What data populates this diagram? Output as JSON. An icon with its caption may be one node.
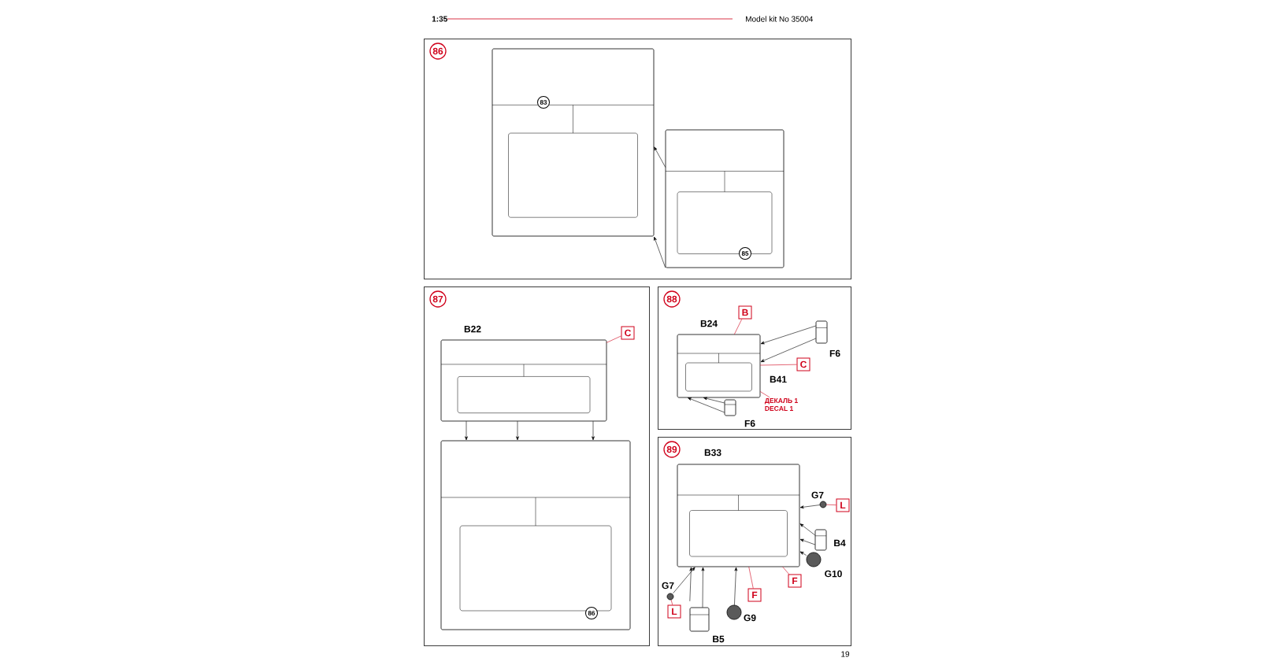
{
  "diagram": {
    "nodes": [
      {
        "text": [
          "86"
        ]
      },
      {
        "text": [
          "87"
        ]
      },
      {
        "text": [
          "88"
        ]
      },
      {
        "text": [
          "89"
        ]
      },
      {
        "text": [],
        "shape": "picture",
        "in": 0
      },
      {
        "text": [],
        "shape": "picture",
        "in": 0
      },
      {
        "text": [],
        "shape": "picture",
        "in": 1,
        "beside": [
          "B22"
        ]
      },
      {
        "text": [],
        "shape": "picture",
        "in": 1
      },
      {
        "text": [
          "C"
        ],
        "in": 1
      },
      {
        "text": [],
        "shape": "picture",
        "in": 2,
        "beside": [
          "B24",
          "B41"
        ]
      },
      {
        "text": [],
        "shape": "picture",
        "in": 2,
        "beside": [
          "F6"
        ]
      },
      {
        "text": [],
        "shape": "picture",
        "in": 2,
        "beside": [
          "F6"
        ]
      },
      {
        "text": [
          "B"
        ],
        "in": 2
      },
      {
        "text": [
          "C"
        ],
        "in": 2
      },
      {
        "text": [
          "ДЕКАЛЬ 1",
          "DECAL 1"
        ],
        "in": 2
      },
      {
        "text": [],
        "shape": "picture",
        "in": 3,
        "beside": [
          "B33"
        ]
      },
      {
        "text": [],
        "shape": "circle",
        "in": 3,
        "beside": [
          "G7"
        ]
      },
      {
        "text": [],
        "shape": "picture",
        "in": 3,
        "beside": [
          "B4"
        ]
      },
      {
        "text": [],
        "shape": "circle",
        "in": 3,
        "beside": [
          "G10"
        ]
      },
      {
        "text": [],
        "shape": "circle",
        "in": 3,
        "beside": [
          "G7"
        ]
      },
      {
        "text": [],
        "shape": "picture",
        "in": 3,
        "beside": [
          "B5"
        ]
      },
      {
        "text": [],
        "shape": "circle",
        "in": 3,
        "beside": [
          "G9"
        ]
      },
      {
        "text": [
          "L"
        ],
        "in": 3
      },
      {
        "text": [
          "F"
        ],
        "in": 3
      },
      {
        "text": [
          "F"
        ],
        "in": 3
      },
      {
        "text": [
          "L"
        ],
        "in": 3
      }
    ],
    "edges": [
      {
        "from": 5,
        "to": 4,
        "arrow": "to"
      },
      {
        "from": 5,
        "to": 4,
        "arrow": "to"
      },
      {
        "from": 6,
        "to": 7,
        "arrow": "to"
      },
      {
        "from": 6,
        "to": 7,
        "arrow": "to"
      },
      {
        "from": 6,
        "to": 7,
        "arrow": "to"
      },
      {
        "from": 8,
        "to": 6,
        "arrow": "none",
        "color": "#d0021b"
      },
      {
        "from": 10,
        "to": 9,
        "arrow": "to"
      },
      {
        "from": 10,
        "to": 9,
        "arrow": "to"
      },
      {
        "from": 11,
        "to": 9,
        "arrow": "to"
      },
      {
        "from": 11,
        "to": 9,
        "arrow": "to"
      },
      {
        "from": 12,
        "to": 9,
        "arrow": "none",
        "color": "#d0021b"
      },
      {
        "from": 13,
        "to": 9,
        "arrow": "none",
        "color": "#d0021b"
      },
      {
        "from": 14,
        "to": 9,
        "arrow": "none",
        "color": "#d0021b"
      },
      {
        "from": 16,
        "to": 15,
        "arrow": "to"
      },
      {
        "from": 17,
        "to": 15,
        "arrow": "to"
      },
      {
        "from": 17,
        "to": 15,
        "arrow": "to"
      },
      {
        "from": 18,
        "to": 15,
        "arrow": "to"
      },
      {
        "from": 19,
        "to": 15,
        "arrow": "to"
      },
      {
        "from": 20,
        "to": 15,
        "arrow": "to"
      },
      {
        "from": 20,
        "to": 15,
        "arrow": "to"
      },
      {
        "from": 21,
        "to": 15,
        "arrow": "to"
      },
      {
        "from": 22,
        "to": 16,
        "arrow": "none",
        "color": "#d0021b"
      },
      {
        "from": 23,
        "to": 15,
        "arrow": "none",
        "color": "#d0021b"
      },
      {
        "from": 24,
        "to": 15,
        "arrow": "none",
        "color": "#d0021b"
      },
      {
        "from": 25,
        "to": 19,
        "arrow": "none",
        "color": "#d0021b"
      }
    ],
    "labels": [
      "1:35",
      "Model kit No 35004",
      "83",
      "85",
      "86",
      "19"
    ]
  }
}
